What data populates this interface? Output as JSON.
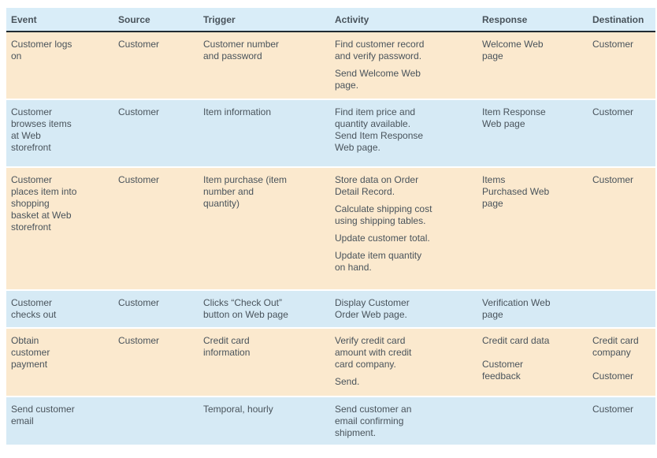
{
  "colors": {
    "row_cream": "#fbe9ce",
    "row_blue": "#d6eaf5",
    "header_bg": "#d9edf8",
    "header_rule": "#1f2a31",
    "text": "#49535b",
    "header_text": "#232e36"
  },
  "table": {
    "columns": [
      "Event",
      "Source",
      "Trigger",
      "Activity",
      "Response",
      "Destination"
    ],
    "rows": [
      {
        "event": [
          "Customer logs on"
        ],
        "source": [
          "Customer"
        ],
        "trigger": [
          "Customer number and password"
        ],
        "activity": [
          "Find customer record and verify password.",
          "Send Welcome Web page."
        ],
        "response": [
          "Welcome Web page"
        ],
        "destination": [
          "Customer"
        ]
      },
      {
        "event": [
          "Customer browses items at Web storefront"
        ],
        "source": [
          "Customer"
        ],
        "trigger": [
          "Item information"
        ],
        "activity": [
          "Find item price and quantity available. Send Item Response Web page."
        ],
        "response": [
          "Item Response Web page"
        ],
        "destination": [
          "Customer"
        ]
      },
      {
        "event": [
          "Customer places item into shopping basket at Web storefront"
        ],
        "source": [
          "Customer"
        ],
        "trigger": [
          "Item purchase (item number and quantity)"
        ],
        "activity": [
          "Store data on Order Detail Record.",
          "Calculate shipping cost using shipping tables.",
          "Update customer total.",
          "Update item quantity on hand."
        ],
        "response": [
          "Items Purchased Web page"
        ],
        "destination": [
          "Customer"
        ]
      },
      {
        "event": [
          "Customer checks out"
        ],
        "source": [
          "Customer"
        ],
        "trigger": [
          "Clicks “Check Out” button on Web page"
        ],
        "activity": [
          "Display Customer Order Web page."
        ],
        "response": [
          "Verification Web page"
        ],
        "destination": []
      },
      {
        "event": [
          "Obtain customer payment"
        ],
        "source": [
          "Customer"
        ],
        "trigger": [
          "Credit card information"
        ],
        "activity": [
          "Verify credit card amount with credit card company.",
          "Send."
        ],
        "response": [
          "Credit card data",
          "Customer feedback"
        ],
        "destination": [
          "Credit card company",
          "Customer"
        ]
      },
      {
        "event": [
          "Send customer email"
        ],
        "source": [],
        "trigger": [
          "Temporal, hourly"
        ],
        "activity": [
          "Send customer an email confirming shipment."
        ],
        "response": [],
        "destination": [
          "Customer"
        ]
      }
    ]
  }
}
